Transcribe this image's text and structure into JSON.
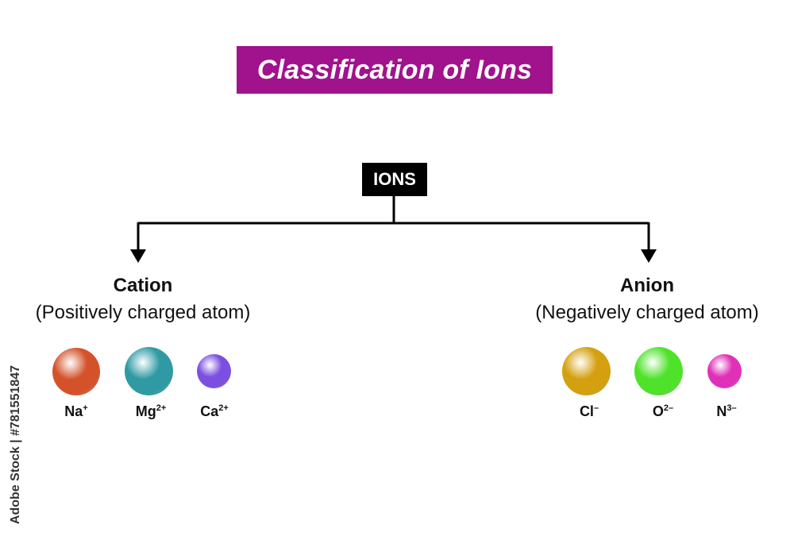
{
  "title": "Classification of Ions",
  "root": "IONS",
  "colors": {
    "title_bg": "#a1128d",
    "root_bg": "#000000",
    "line": "#000000"
  },
  "branches": [
    {
      "title": "Cation",
      "subtitle": "(Positively charged atom)",
      "ions": [
        {
          "symbol": "Na",
          "charge": "+",
          "color": "#d4522a"
        },
        {
          "symbol": "Mg",
          "charge": "2+",
          "color": "#2f9aa3"
        },
        {
          "symbol": "Ca",
          "charge": "2+",
          "color": "#7b4fe0"
        }
      ]
    },
    {
      "title": "Anion",
      "subtitle": "(Negatively charged atom)",
      "ions": [
        {
          "symbol": "Cl",
          "charge": "–",
          "color": "#d4a010"
        },
        {
          "symbol": "O",
          "charge": "2–",
          "color": "#4ee22a"
        },
        {
          "symbol": "N",
          "charge": "3–",
          "color": "#e030b8"
        }
      ]
    }
  ],
  "stock_id": "Adobe Stock | #781551847"
}
